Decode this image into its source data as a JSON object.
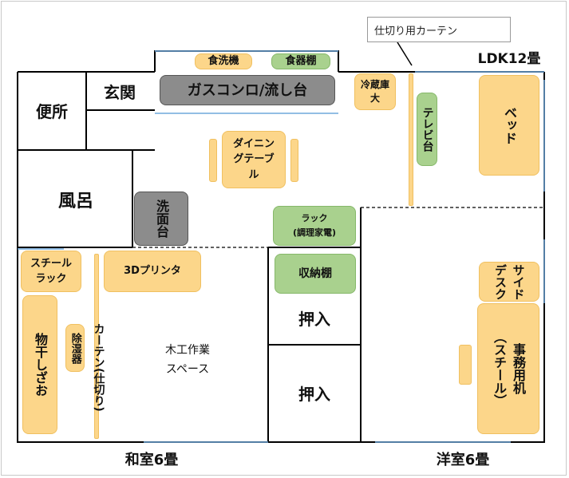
{
  "rooms": {
    "benjo": "便所",
    "genkan": "玄関",
    "furo": "風呂",
    "oshiire1": "押入",
    "oshiire2": "押入"
  },
  "labels": {
    "ldk": "LDK12畳",
    "washitsu": "和室6畳",
    "youshitsu": "洋室6畳",
    "callout": "仕切り用カーテン"
  },
  "items": {
    "shokusenki": "食洗機",
    "shokkidana": "食器棚",
    "gas": "ガスコンロ/流し台",
    "reizouko": "冷蔵庫大",
    "tv": "テレビ台",
    "bed": "ベッド",
    "dining": "ダイニングテーブル",
    "senmendai": "洗面台",
    "rack_line1": "ラック",
    "rack_line2": "(調理家電)",
    "steel_rack": "スチールラック",
    "printer": "3Dプリンタ",
    "shunou": "収納棚",
    "side_desk": "サイドデスク",
    "hoshi": "物干しざお",
    "joshitsu": "除湿器",
    "curtain": "カーテン(仕切り)",
    "mokko_line1": "木工作業",
    "mokko_line2": "スペース",
    "office_desk_line1": "事務用机",
    "office_desk_line2": "（スチール）"
  }
}
